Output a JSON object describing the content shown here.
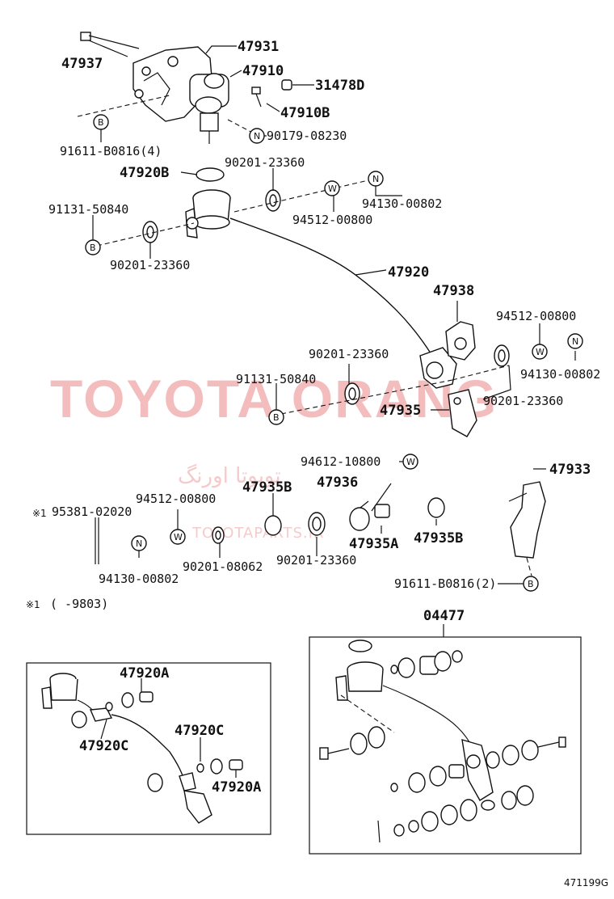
{
  "watermark": {
    "main": "TOYOTA ORANG",
    "persian": "تویوتا اورنگ",
    "site": "TOYOTAPARTS.IR"
  },
  "labels": {
    "p47931": "47931",
    "p47937": "47937",
    "p47910": "47910",
    "p31478D": "31478D",
    "p47910B": "47910B",
    "p90179": "90179-08230",
    "p91611_4": "91611-B0816(4)",
    "p47920B": "47920B",
    "p90201_a": "90201-23360",
    "p94130_a": "94130-00802",
    "p94512_a": "94512-00800",
    "p91131_a": "91131-50840",
    "p90201_b": "90201-23360",
    "p47920": "47920",
    "p47938": "47938",
    "p94512_b": "94512-00800",
    "p94130_b": "94130-00802",
    "p90201_c": "90201-23360",
    "p91131_b": "91131-50840",
    "p90201_d": "90201-23360",
    "p47935": "47935",
    "p94612": "94612-10800",
    "p47933": "47933",
    "p47936": "47936",
    "p47935B_a": "47935B",
    "p94512_c": "94512-00800",
    "p95381": "95381-02020",
    "p94130_c": "94130-00802",
    "p90201_08062": "90201-08062",
    "p90201_e": "90201-23360",
    "p47935A": "47935A",
    "p47935B_b": "47935B",
    "p91611_2": "91611-B0816(2)",
    "p04477": "04477",
    "note_mark": "※1",
    "note_text": "(      -9803)",
    "p47920A_a": "47920A",
    "p47920C_a": "47920C",
    "p47920C_b": "47920C",
    "p47920A_b": "47920A",
    "diagram_id": "471199G"
  },
  "markers": {
    "B": "B",
    "N": "N",
    "W": "W"
  }
}
